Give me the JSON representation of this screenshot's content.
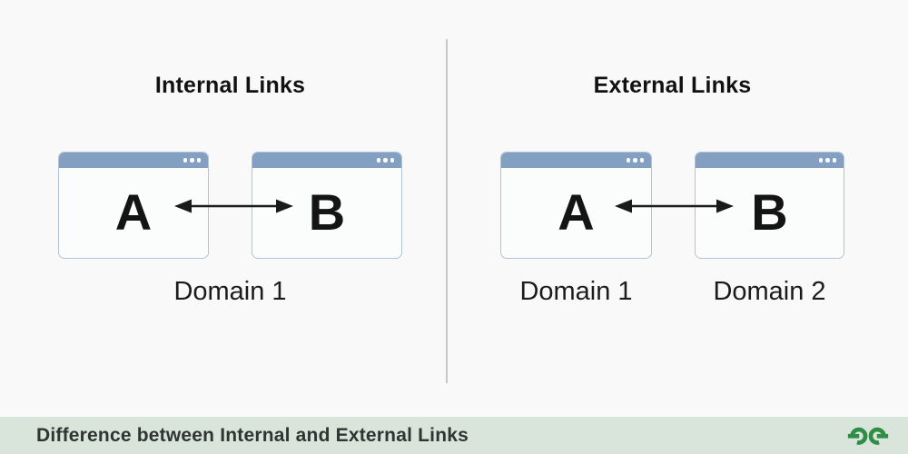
{
  "page": {
    "background": "#f9f9f9",
    "divider_color": "#c8c8c8"
  },
  "panels": [
    {
      "id": "internal",
      "title": "Internal Links",
      "windows": [
        {
          "label": "A"
        },
        {
          "label": "B"
        }
      ],
      "domains": [
        "Domain 1"
      ]
    },
    {
      "id": "external",
      "title": "External Links",
      "windows": [
        {
          "label": "A"
        },
        {
          "label": "B"
        }
      ],
      "domains": [
        "Domain 1",
        "Domain 2"
      ]
    }
  ],
  "window_style": {
    "header_color": "#83a0c3",
    "border_color": "#b3c2d4",
    "body_color": "#fbfcfc",
    "dots_icon": "window-control-dots",
    "dot_color": "#ffffff"
  },
  "arrow": {
    "type": "bidirectional",
    "color": "#1a1a1a"
  },
  "footer": {
    "caption": "Difference between Internal and External Links",
    "background": "#d9e4db",
    "text_color": "#2e3533",
    "logo_icon": "geeksforgeeks-logo",
    "logo_color": "#2f8d46"
  }
}
